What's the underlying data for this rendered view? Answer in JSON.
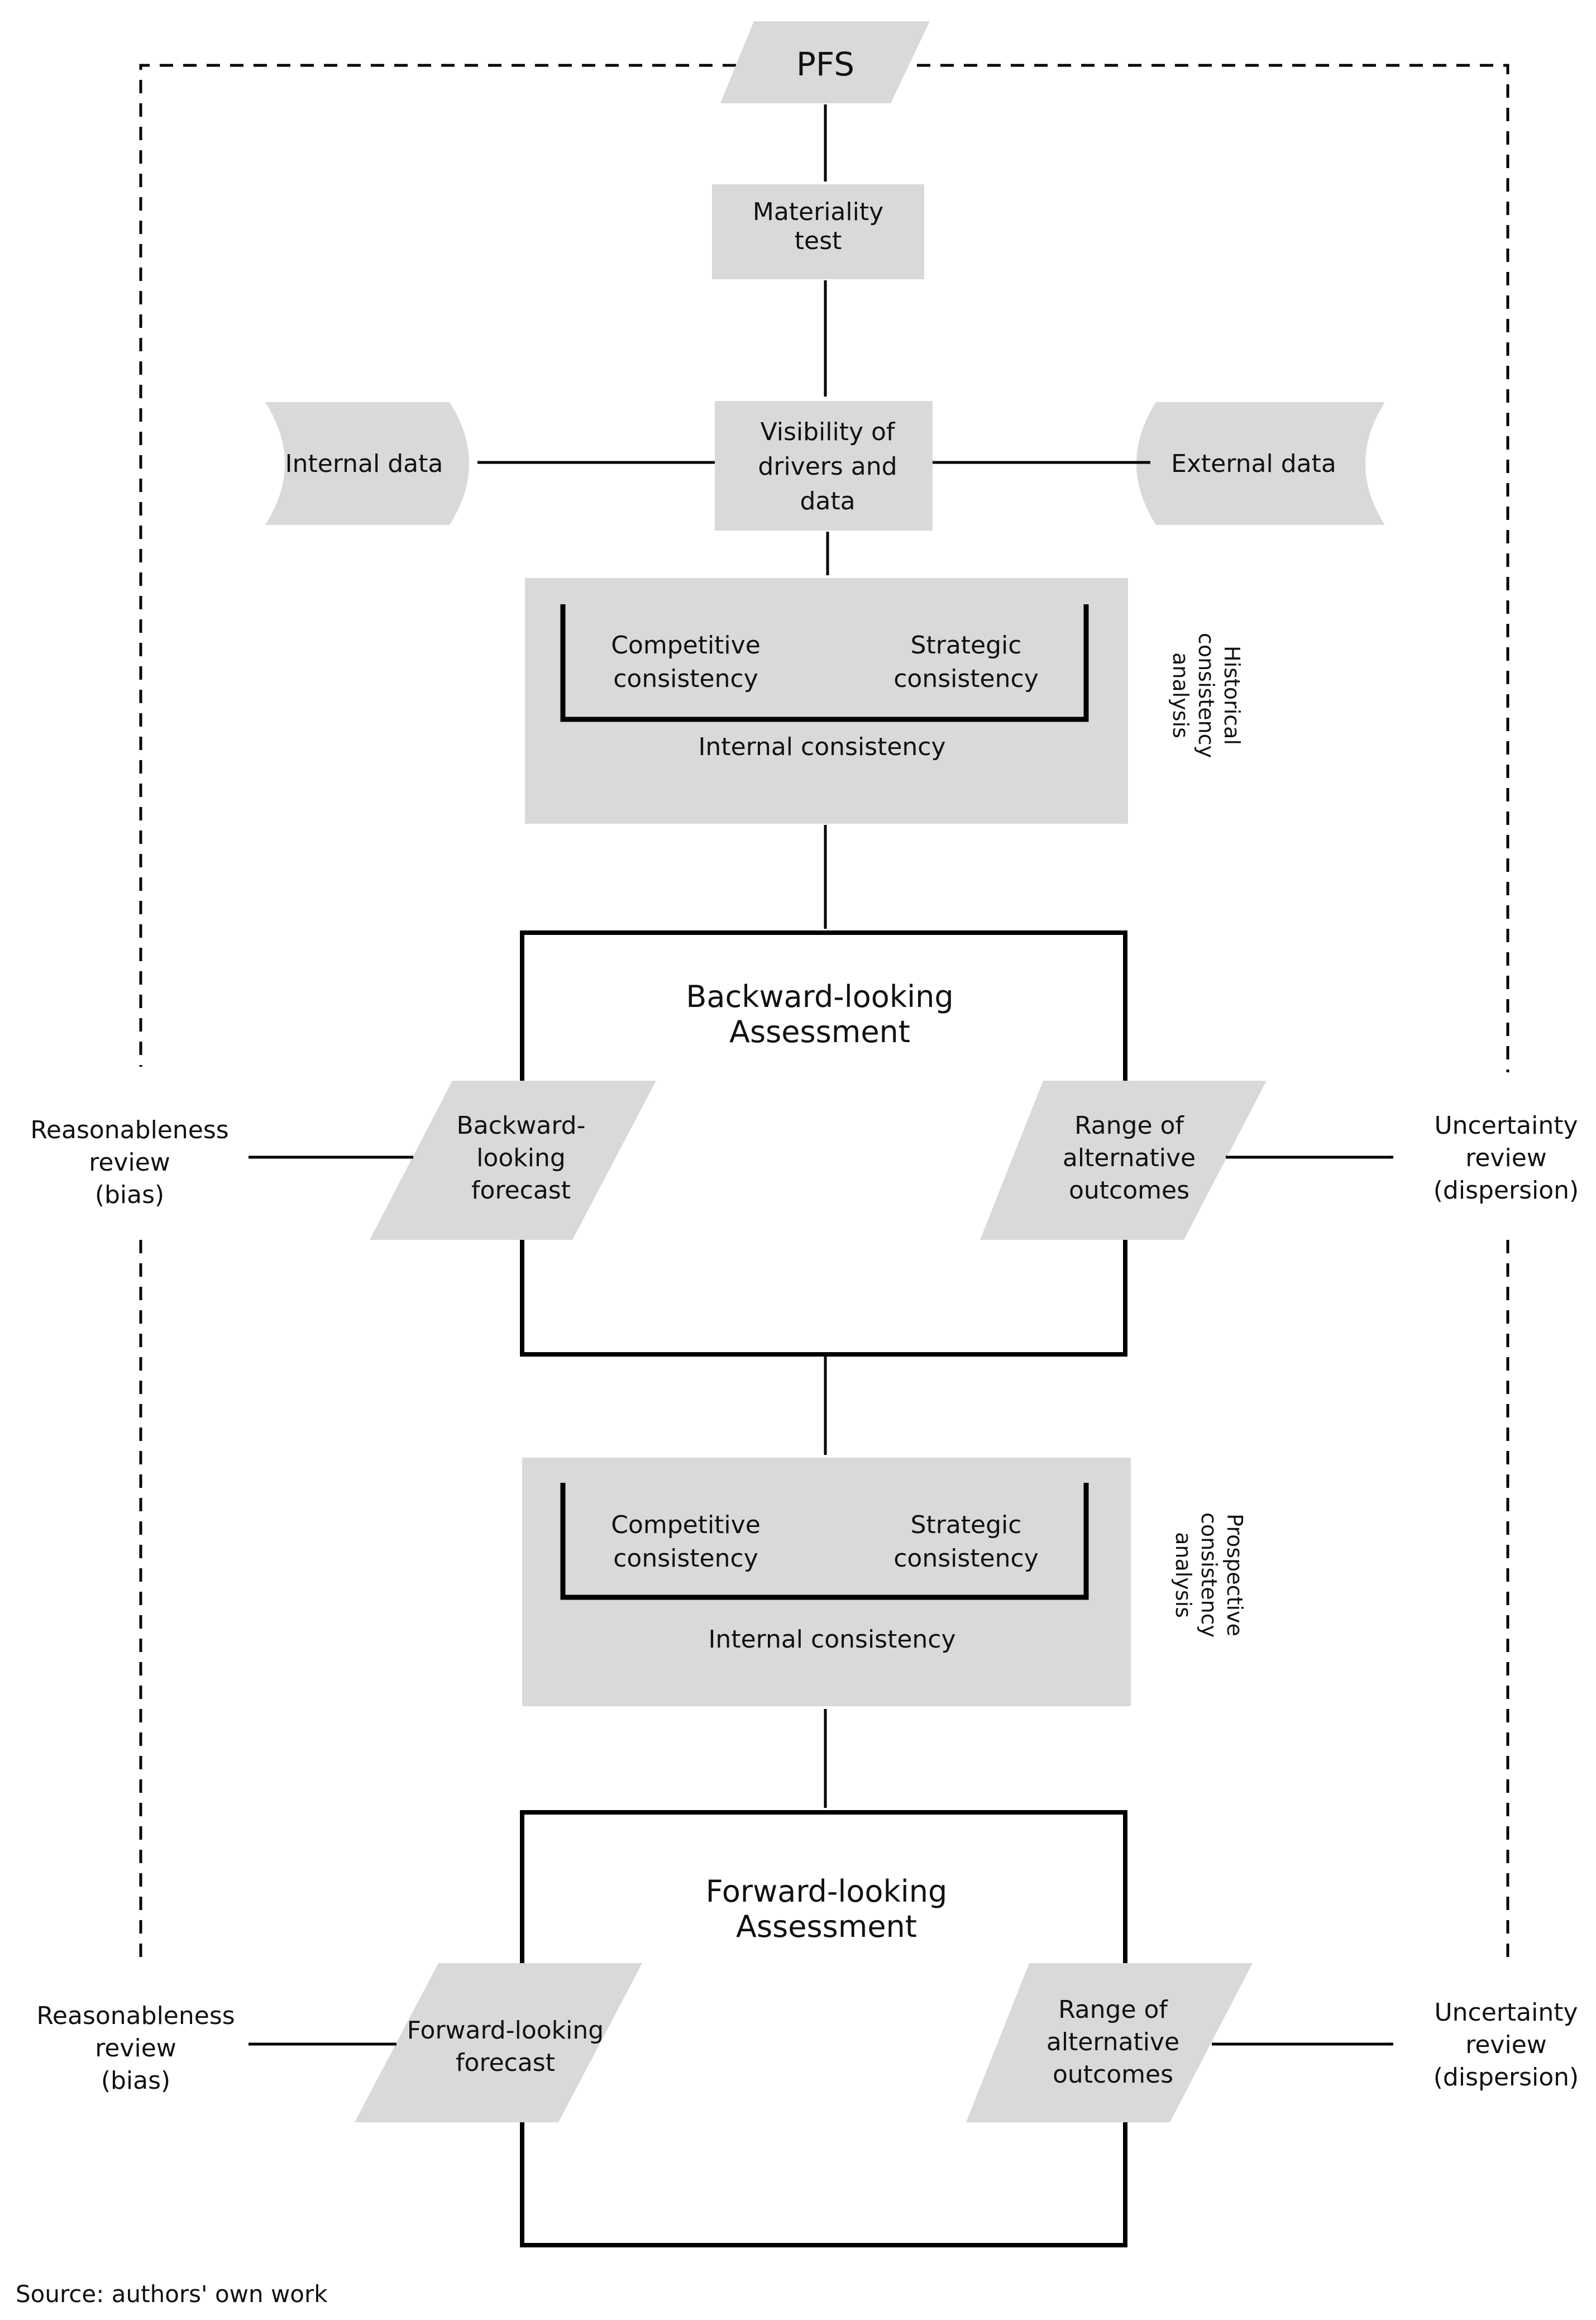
{
  "nodes": {
    "pfs": "PFS",
    "materiality": [
      "Materiality",
      "test"
    ],
    "visibility": [
      "Visibility of",
      "drivers and",
      "data"
    ],
    "internal_data": "Internal data",
    "external_data": "External data",
    "historical": {
      "competitive": [
        "Competitive",
        "consistency"
      ],
      "strategic": [
        "Strategic",
        "consistency"
      ],
      "internal": "Internal consistency",
      "side_label": [
        "Historical",
        "consistency",
        "analysis"
      ]
    },
    "backward": {
      "title": [
        "Backward-looking",
        "Assessment"
      ],
      "forecast": [
        "Backward-",
        "looking",
        "forecast"
      ],
      "range": [
        "Range of",
        "alternative",
        "outcomes"
      ]
    },
    "prospective": {
      "competitive": [
        "Competitive",
        "consistency"
      ],
      "strategic": [
        "Strategic",
        "consistency"
      ],
      "internal": "Internal consistency",
      "side_label": [
        "Prospective",
        "consistency",
        "analysis"
      ]
    },
    "forward": {
      "title": [
        "Forward-looking",
        "Assessment"
      ],
      "forecast": [
        "Forward-looking",
        "forecast"
      ],
      "range": [
        "Range of",
        "alternative",
        "outcomes"
      ]
    },
    "reasonableness_1": [
      "Reasonableness",
      "review",
      "(bias)"
    ],
    "uncertainty_1": [
      "Uncertainty",
      "review",
      "(dispersion)"
    ],
    "reasonableness_2": [
      "Reasonableness",
      "review",
      "(bias)"
    ],
    "uncertainty_2": [
      "Uncertainty",
      "review",
      "(dispersion)"
    ]
  },
  "source": "Source: authors' own work"
}
